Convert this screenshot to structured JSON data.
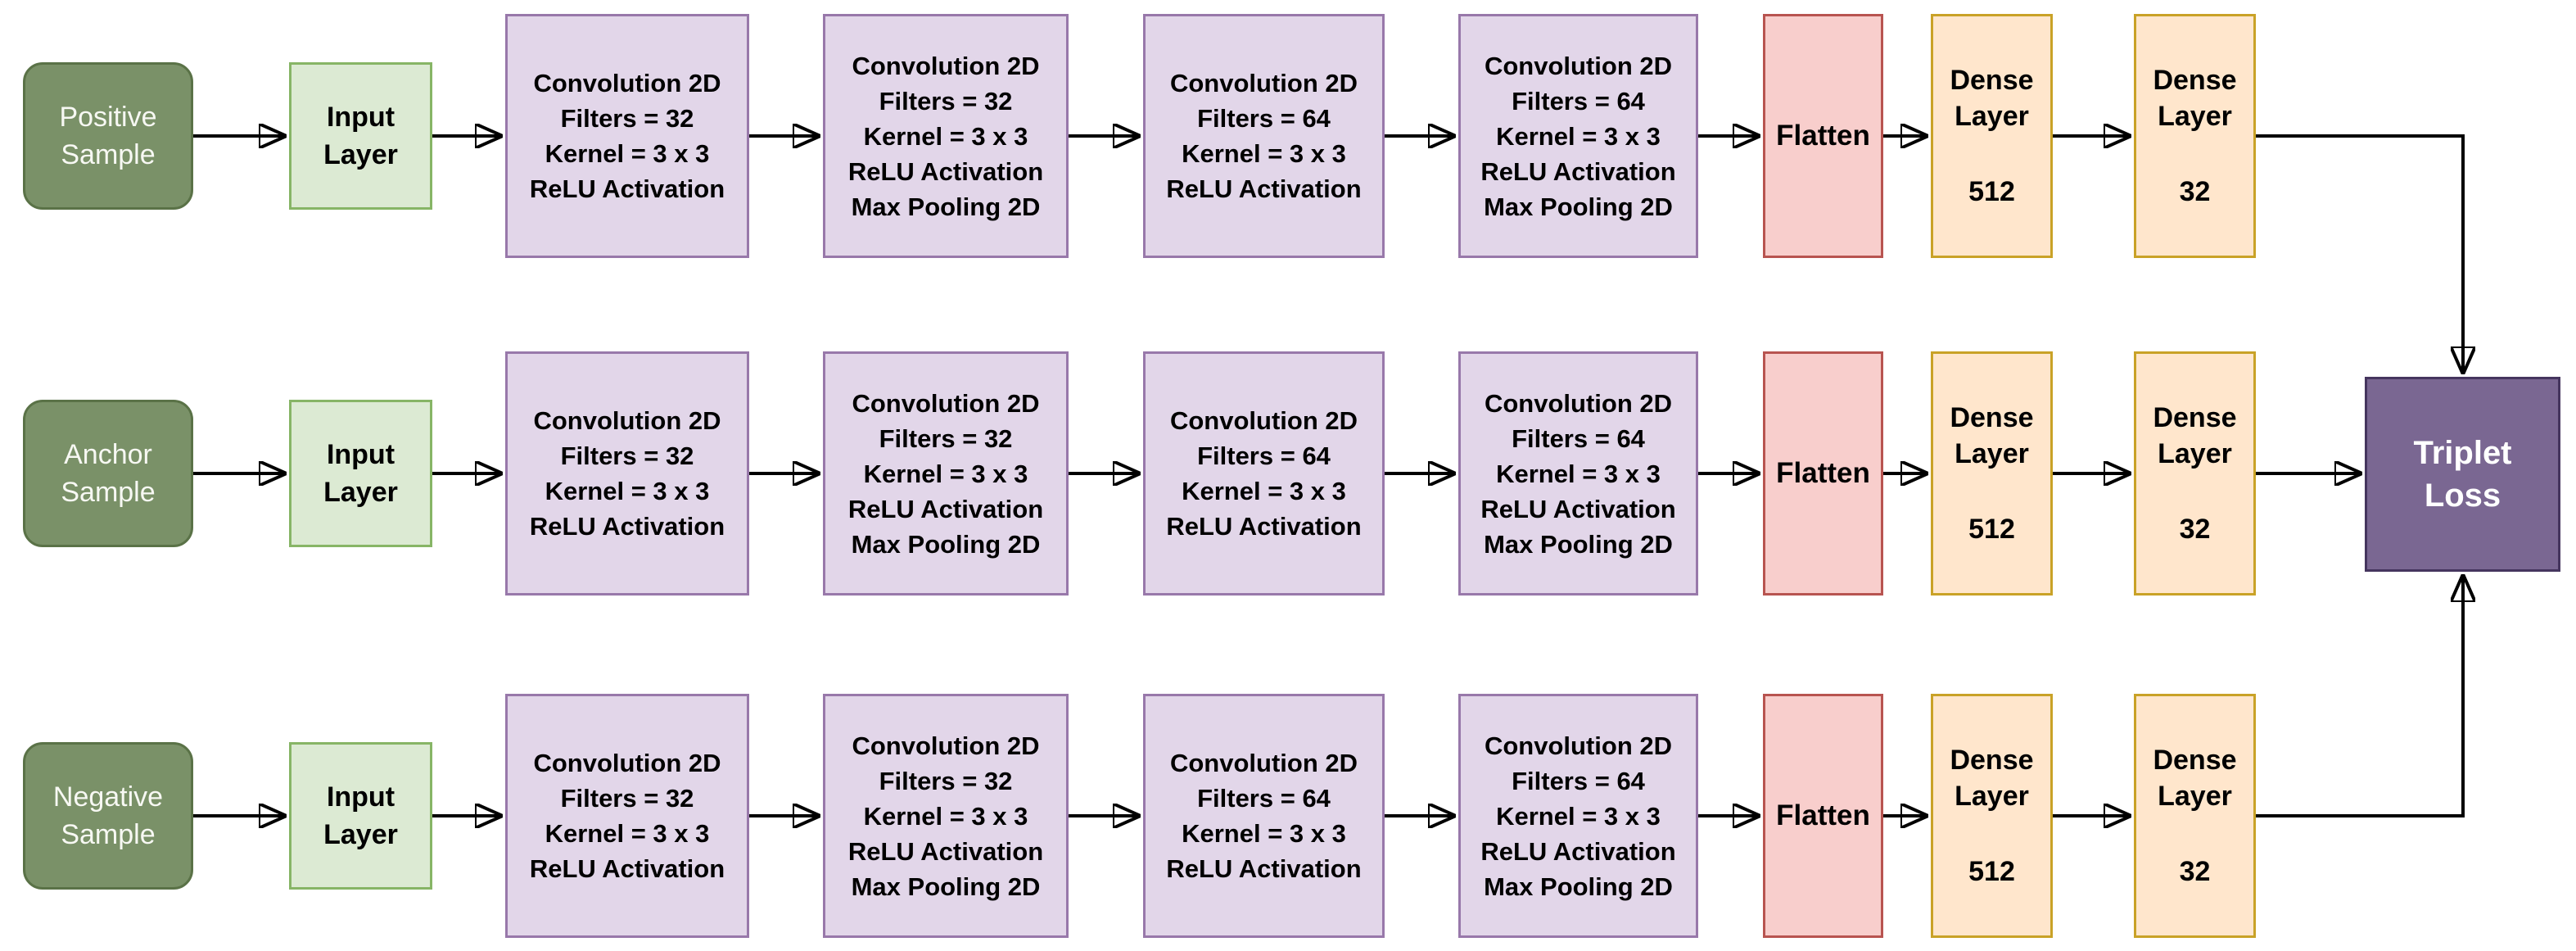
{
  "diagram_type": "triplet-network-architecture",
  "colors": {
    "sample_fill": "#7a9168",
    "sample_border": "#5a7247",
    "input_fill": "#dcead3",
    "input_border": "#87b566",
    "conv_fill": "#e2d6e9",
    "conv_border": "#9878aa",
    "flatten_fill": "#f8cecc",
    "flatten_border": "#b85450",
    "dense_fill": "#ffe6cc",
    "dense_border": "#c9a227",
    "loss_fill": "#7a6792",
    "loss_border": "#45355e",
    "arrow": "#000000"
  },
  "rows": [
    {
      "name": "positive",
      "sample_label": "Positive\nSample",
      "input_label": "Input\nLayer",
      "conv1": "Convolution 2D\nFilters = 32\nKernel = 3 x 3\nReLU Activation",
      "conv2": "Convolution 2D\nFilters = 32\nKernel = 3 x 3\nReLU Activation\nMax Pooling 2D",
      "conv3": "Convolution 2D\nFilters = 64\nKernel = 3 x 3\nReLU Activation",
      "conv4": "Convolution 2D\nFilters = 64\nKernel = 3 x 3\nReLU Activation\nMax Pooling 2D",
      "flatten_label": "Flatten",
      "dense1_label": "Dense\nLayer",
      "dense1_units": "512",
      "dense2_label": "Dense\nLayer",
      "dense2_units": "32"
    },
    {
      "name": "anchor",
      "sample_label": "Anchor\nSample",
      "input_label": "Input\nLayer",
      "conv1": "Convolution 2D\nFilters = 32\nKernel = 3 x 3\nReLU Activation",
      "conv2": "Convolution 2D\nFilters = 32\nKernel = 3 x 3\nReLU Activation\nMax Pooling 2D",
      "conv3": "Convolution 2D\nFilters = 64\nKernel = 3 x 3\nReLU Activation",
      "conv4": "Convolution 2D\nFilters = 64\nKernel = 3 x 3\nReLU Activation\nMax Pooling 2D",
      "flatten_label": "Flatten",
      "dense1_label": "Dense\nLayer",
      "dense1_units": "512",
      "dense2_label": "Dense\nLayer",
      "dense2_units": "32"
    },
    {
      "name": "negative",
      "sample_label": "Negative\nSample",
      "input_label": "Input\nLayer",
      "conv1": "Convolution 2D\nFilters = 32\nKernel = 3 x 3\nReLU Activation",
      "conv2": "Convolution 2D\nFilters = 32\nKernel = 3 x 3\nReLU Activation\nMax Pooling 2D",
      "conv3": "Convolution 2D\nFilters = 64\nKernel = 3 x 3\nReLU Activation",
      "conv4": "Convolution 2D\nFilters = 64\nKernel = 3 x 3\nReLU Activation\nMax Pooling 2D",
      "flatten_label": "Flatten",
      "dense1_label": "Dense\nLayer",
      "dense1_units": "512",
      "dense2_label": "Dense\nLayer",
      "dense2_units": "32"
    }
  ],
  "output": {
    "label": "Triplet\nLoss"
  }
}
